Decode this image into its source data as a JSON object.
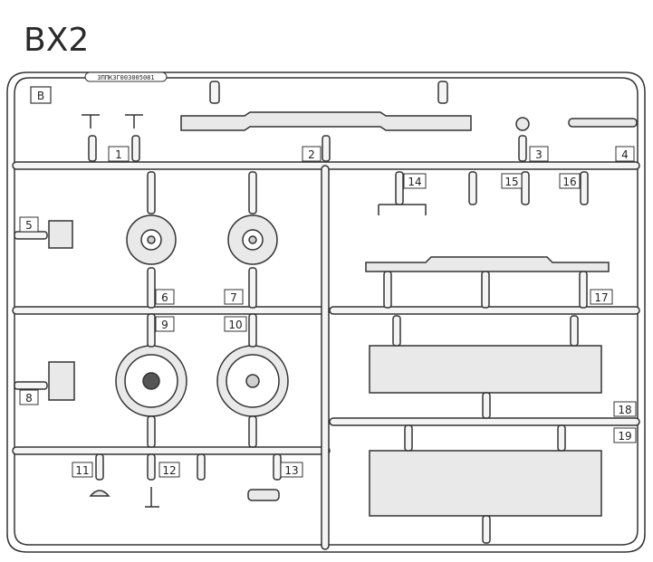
{
  "title": "BX2",
  "frame_letter": "B",
  "frame_code": "ЗППКЗГ003005081",
  "parts": [
    {
      "id": "p1",
      "label": "1"
    },
    {
      "id": "p2",
      "label": "2"
    },
    {
      "id": "p3",
      "label": "3"
    },
    {
      "id": "p4",
      "label": "4"
    },
    {
      "id": "p5",
      "label": "5"
    },
    {
      "id": "p6",
      "label": "6"
    },
    {
      "id": "p7",
      "label": "7"
    },
    {
      "id": "p8",
      "label": "8"
    },
    {
      "id": "p9",
      "label": "9"
    },
    {
      "id": "p10",
      "label": "10"
    },
    {
      "id": "p11",
      "label": "11"
    },
    {
      "id": "p12",
      "label": "12"
    },
    {
      "id": "p13",
      "label": "13"
    },
    {
      "id": "p14",
      "label": "14"
    },
    {
      "id": "p15",
      "label": "15"
    },
    {
      "id": "p16",
      "label": "16"
    },
    {
      "id": "p17",
      "label": "17"
    },
    {
      "id": "p18",
      "label": "18"
    },
    {
      "id": "p19",
      "label": "19"
    }
  ],
  "colors": {
    "stroke": "#333333",
    "runner_fill": "#f4f4f4",
    "part_fill": "#e9e9e9",
    "background": "#ffffff"
  }
}
